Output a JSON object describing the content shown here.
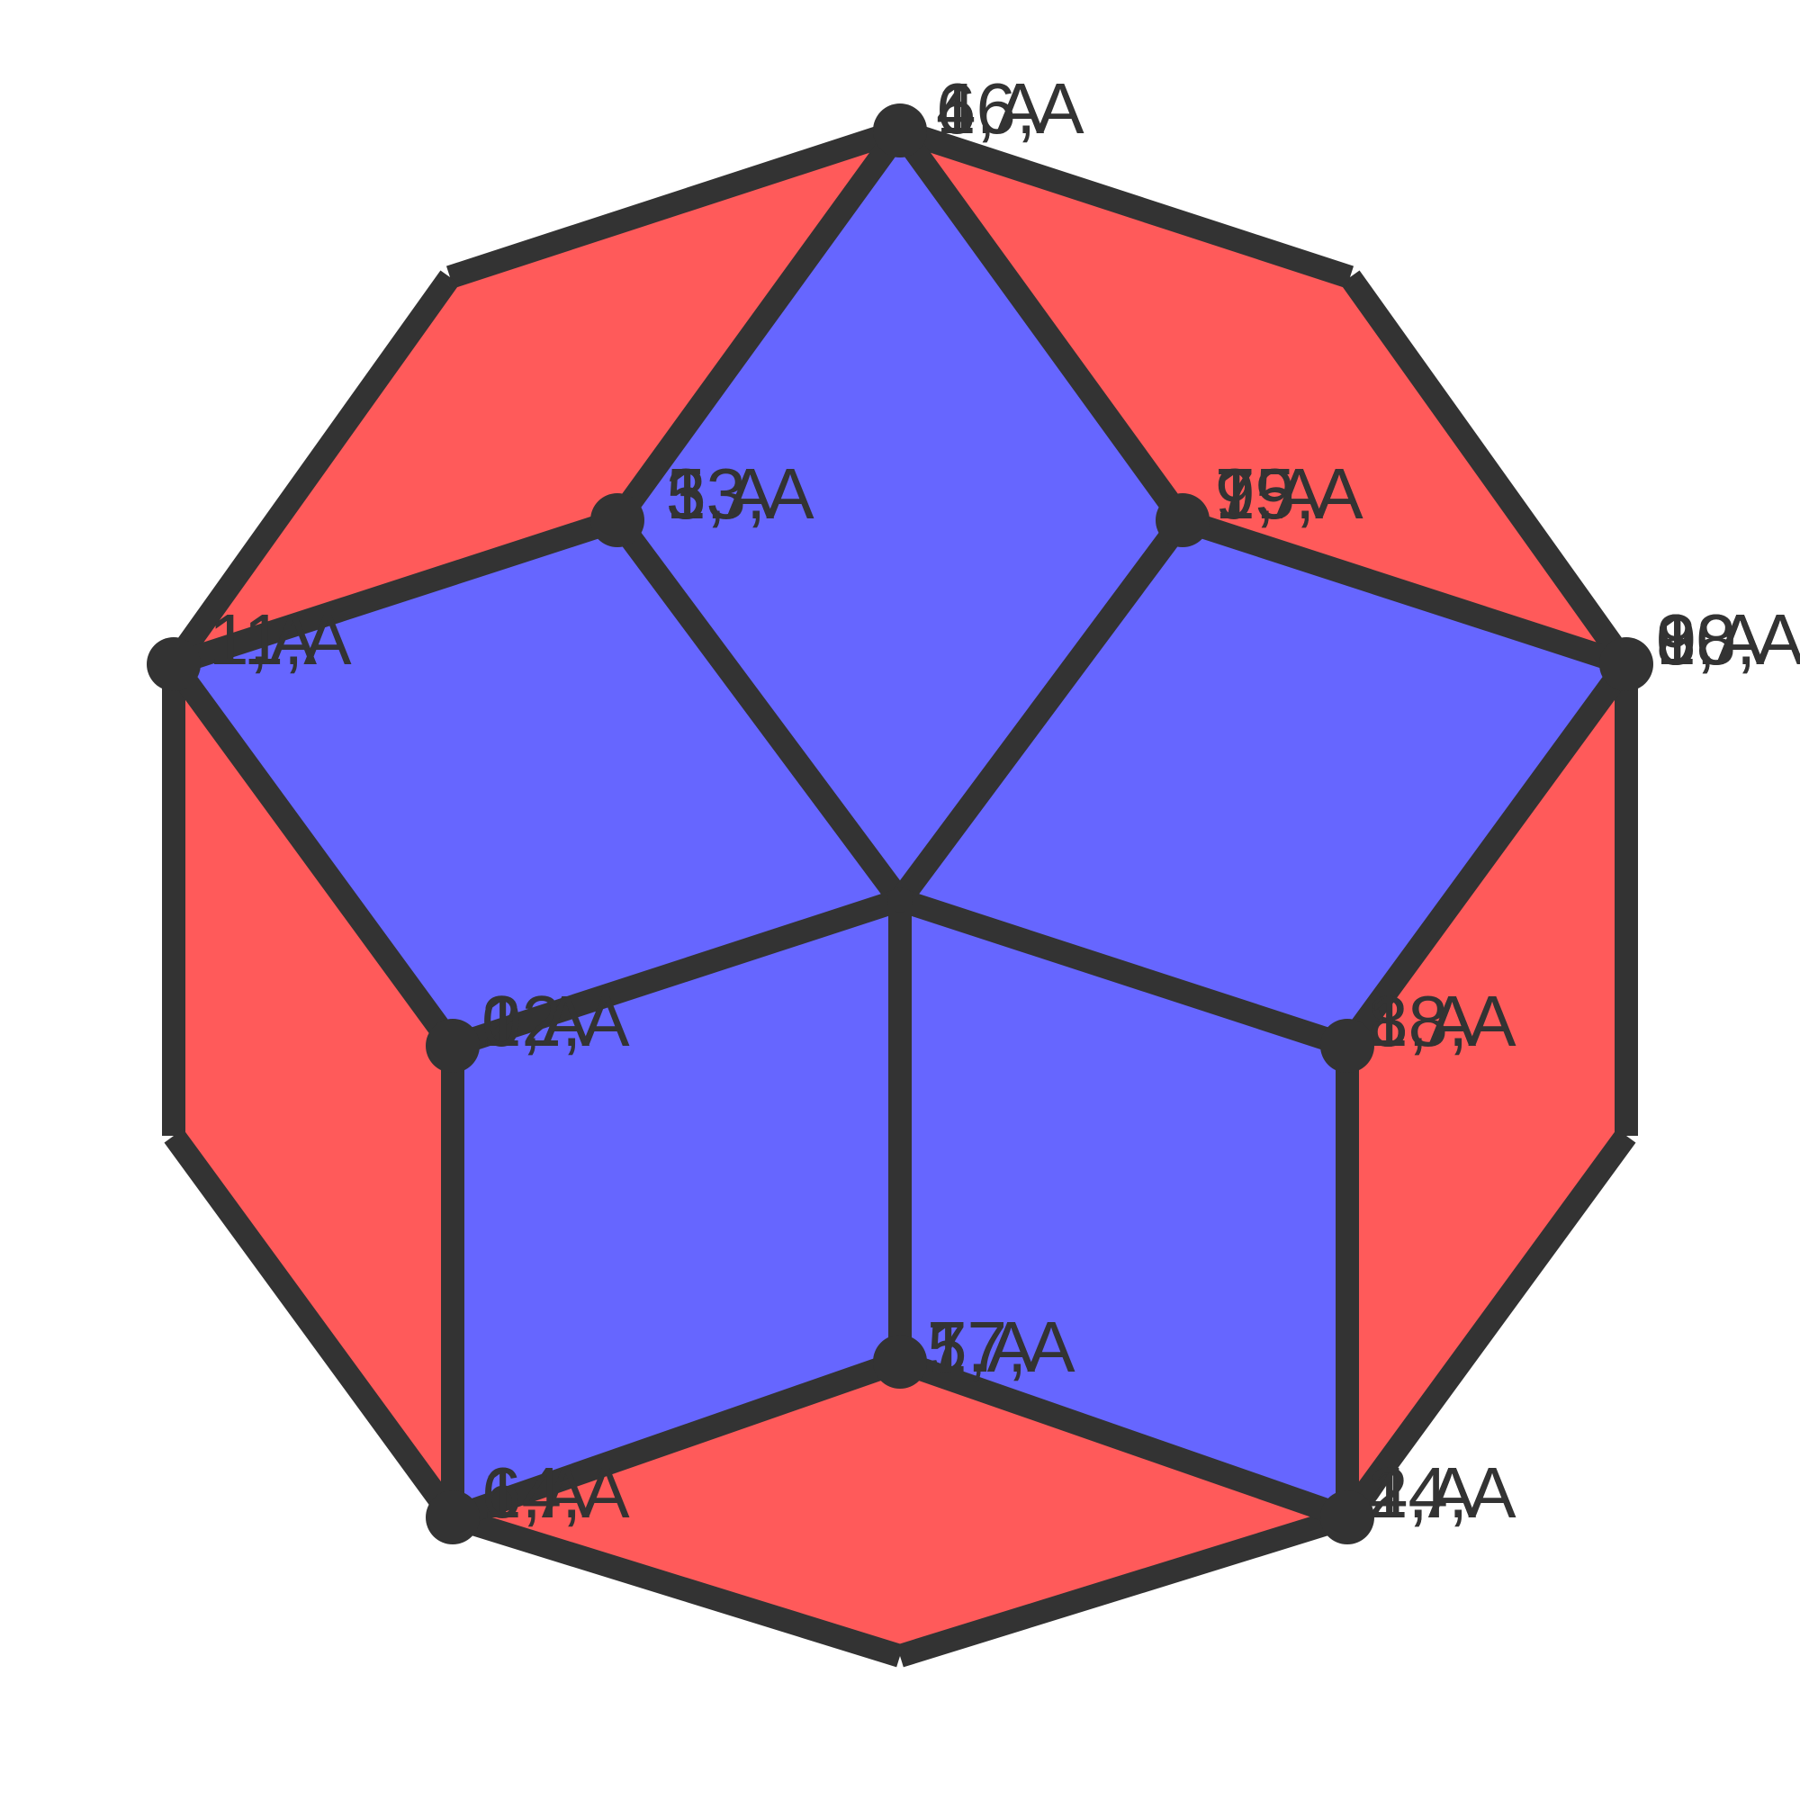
{
  "colors": {
    "edge": "#333333",
    "face_outer": "#ff5a5a",
    "face_inner": "#6666ff",
    "background": "#ffffff"
  },
  "vertex_labels": [
    {
      "id": "top",
      "texts": [
        "16,A",
        "6,A",
        "4,A"
      ]
    },
    {
      "id": "upper-left",
      "texts": [
        "13,A",
        "3,A",
        "5,A"
      ]
    },
    {
      "id": "upper-right",
      "texts": [
        "15,A",
        "19,A",
        "7,A",
        "9,A"
      ]
    },
    {
      "id": "left",
      "texts": [
        "11,A",
        "1,A"
      ]
    },
    {
      "id": "right",
      "texts": [
        "0,A",
        "8,A",
        "10,A",
        "18,A",
        "9,A"
      ]
    },
    {
      "id": "mid-left",
      "texts": [
        "2,A",
        "12,A",
        "0,A"
      ]
    },
    {
      "id": "mid-right",
      "texts": [
        "8,A",
        "3,A",
        "18,A"
      ]
    },
    {
      "id": "center-bottom",
      "texts": [
        "7,A",
        "5,A",
        "17,A"
      ]
    },
    {
      "id": "bottom-left",
      "texts": [
        "6,A",
        "14,A"
      ]
    },
    {
      "id": "bottom-right",
      "texts": [
        "14,A",
        "4,A",
        "2,A"
      ]
    }
  ]
}
